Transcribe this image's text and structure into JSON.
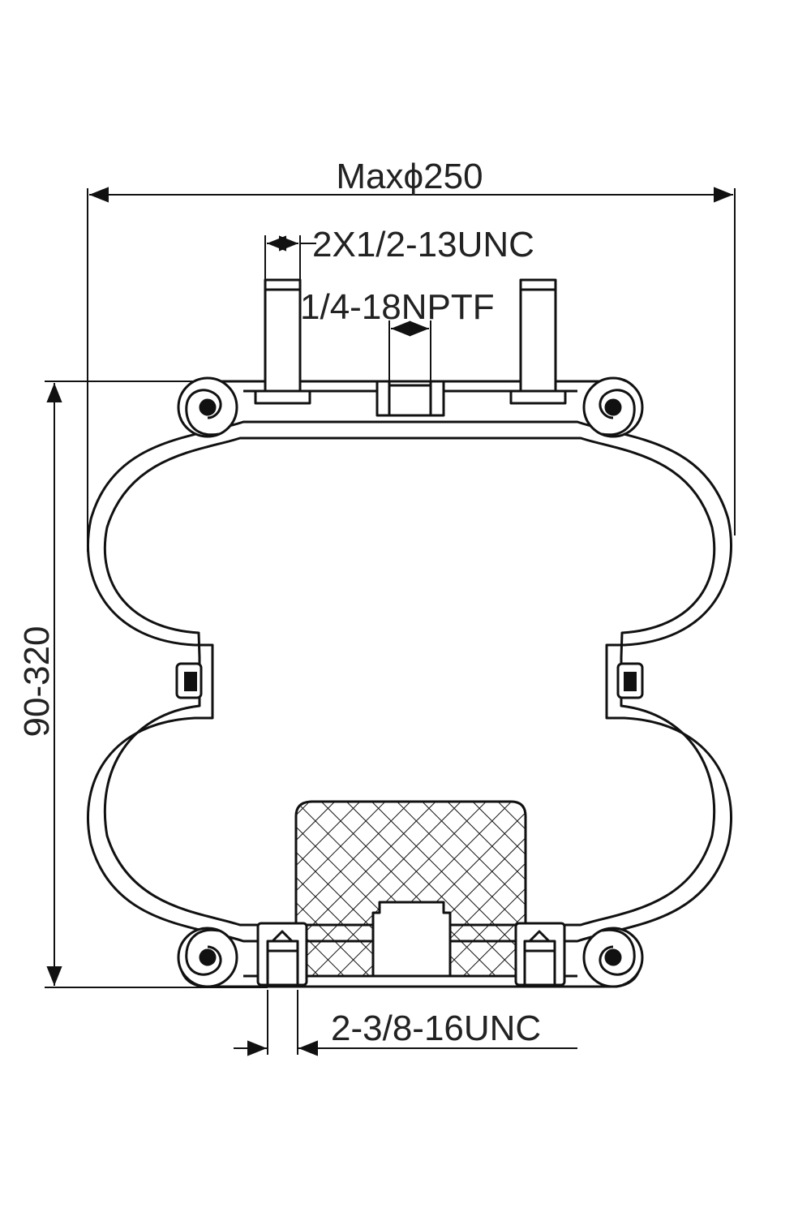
{
  "dimensions": {
    "max_diameter": "Maxϕ250",
    "top_studs": "2X1/2-13UNC",
    "air_inlet": "1/4-18NPTF",
    "height_range": "90-320",
    "bottom_studs": "2-3/8-16UNC"
  },
  "colors": {
    "line": "#111111",
    "background": "#ffffff"
  }
}
